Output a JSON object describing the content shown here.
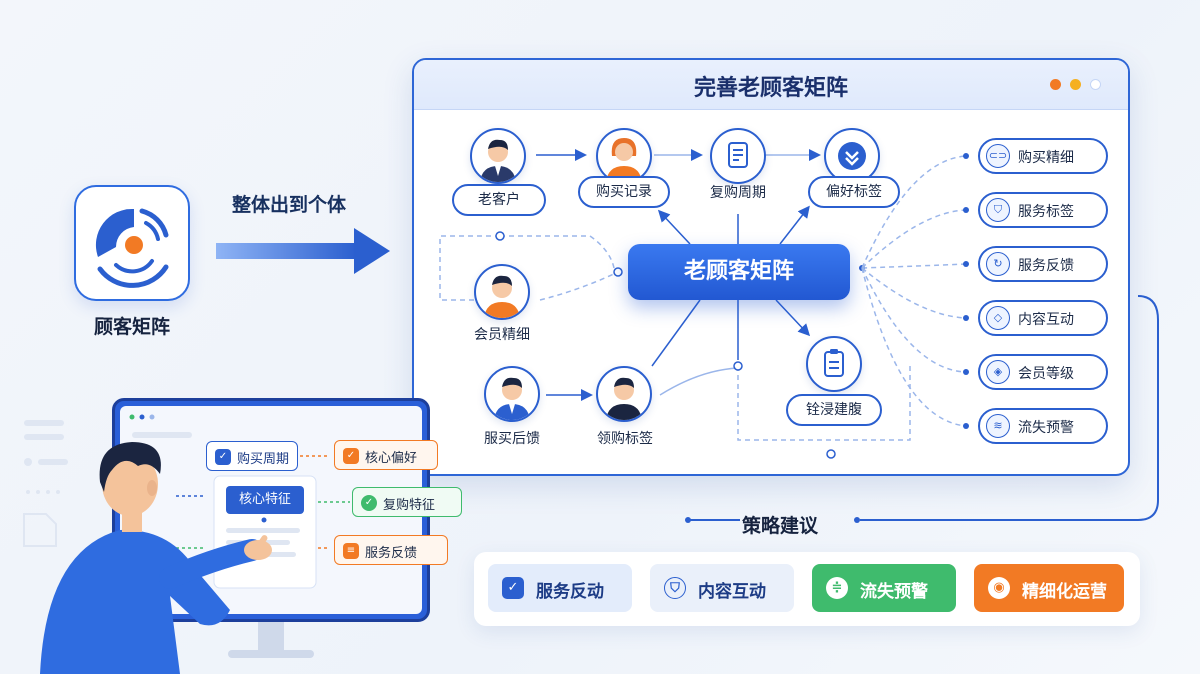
{
  "brand": {
    "label": "顾客矩阵"
  },
  "flow": {
    "label": "整体出到个体"
  },
  "matrix": {
    "title": "完善老顾客矩阵",
    "core": "老顾客矩阵",
    "top_nodes": [
      {
        "label": "老客户",
        "icon": "avatar"
      },
      {
        "label": "购买记录",
        "icon": "avatar"
      },
      {
        "label": "复购周期",
        "icon": "document-icon"
      },
      {
        "label": "偏好标签",
        "icon": "chevron-badge-icon"
      }
    ],
    "mid_left": {
      "label": "会员精细",
      "icon": "avatar"
    },
    "bottom_nodes": [
      {
        "label": "服买后馈",
        "icon": "avatar"
      },
      {
        "label": "领购标签",
        "icon": "avatar"
      },
      {
        "label": "铨浸建腹",
        "icon": "clipboard-icon"
      }
    ],
    "right_items": [
      {
        "label": "购买精细",
        "icon": "toggle-icon"
      },
      {
        "label": "服务标签",
        "icon": "shield-icon"
      },
      {
        "label": "服务反馈",
        "icon": "refresh-icon"
      },
      {
        "label": "内容互动",
        "icon": "diamond-icon"
      },
      {
        "label": "会员等级",
        "icon": "diamond-icon"
      },
      {
        "label": "流失预警",
        "icon": "layers-icon"
      }
    ]
  },
  "strategy": {
    "title": "策略建议",
    "buttons": [
      {
        "label": "服务反动",
        "icon": "check-icon",
        "bg": "#e3ecfb",
        "fg": "#1d3c86"
      },
      {
        "label": "内容互动",
        "icon": "shield-icon",
        "bg": "#eaf0fa",
        "fg": "#1d3c86"
      },
      {
        "label": "流失预警",
        "icon": "equal-icon",
        "bg": "#3fbb6d",
        "fg": "#ffffff"
      },
      {
        "label": "精细化运营",
        "icon": "pin-icon",
        "bg": "#f27a24",
        "fg": "#ffffff"
      }
    ]
  },
  "monitor": {
    "tags": [
      {
        "label": "购买周期",
        "icon": "check-icon",
        "color": "#2b5fcf"
      },
      {
        "label": "核心偏好",
        "icon": "check-icon",
        "color": "#f27a24"
      },
      {
        "label": "核心特征",
        "icon": "none",
        "color": "#2b5fcf"
      },
      {
        "label": "复购特征",
        "icon": "check-icon",
        "color": "#3fbb6d"
      },
      {
        "label": "服务反馈",
        "icon": "list-icon",
        "color": "#f27a24"
      }
    ]
  },
  "colors": {
    "primary": "#2b5fcf",
    "green": "#3fbb6d",
    "orange": "#f27a24"
  }
}
